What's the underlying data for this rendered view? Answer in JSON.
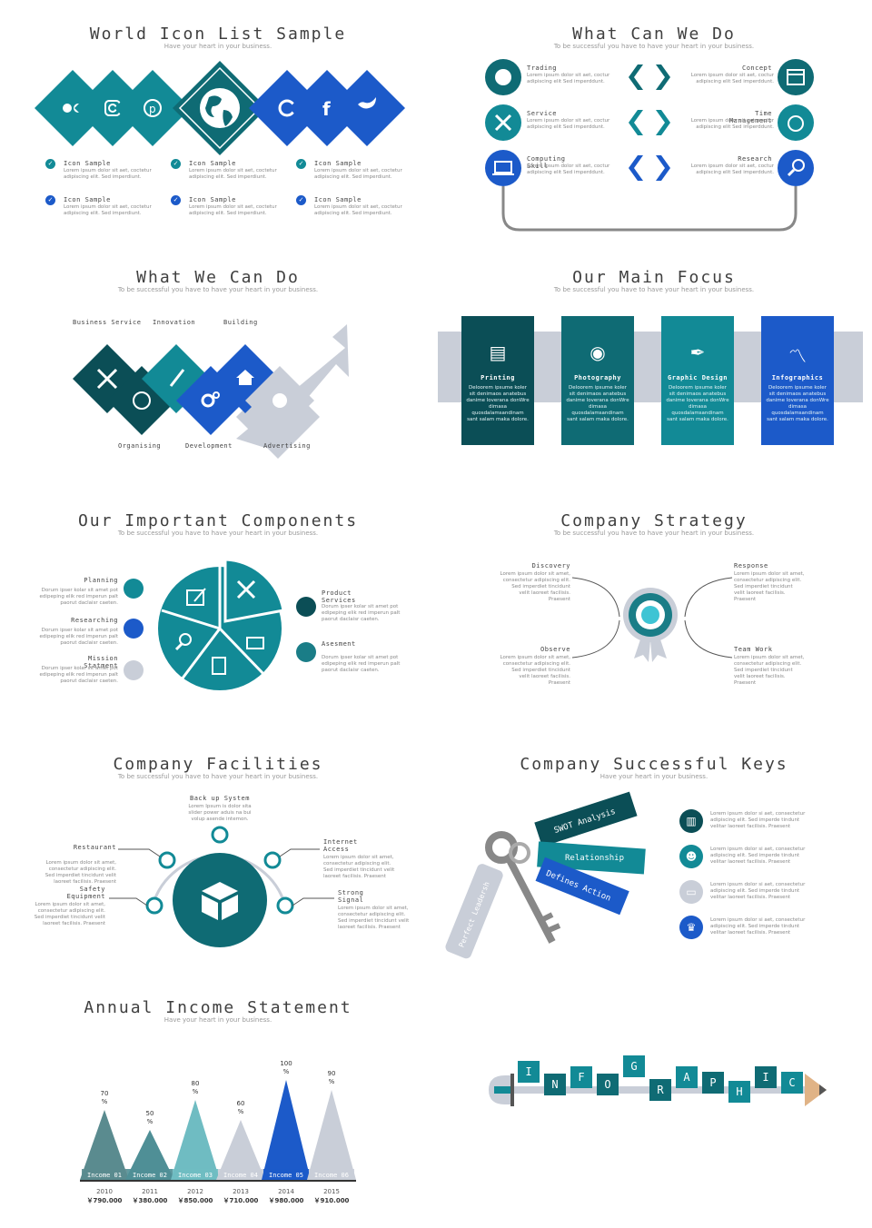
{
  "colors": {
    "teal": "#128a96",
    "dark_teal": "#0b4e56",
    "blue": "#1c5ac9",
    "gray": "#c9ced8",
    "mid_teal": "#1a7d87"
  },
  "slide1": {
    "title": "World Icon List Sample",
    "subtitle": "Have your heart in your business.",
    "items": [
      {
        "label": "Icon Sample",
        "text": "Lorem ipsum dolor sit aet, coctetur adipiscing elit. Sed imperdiunt."
      },
      {
        "label": "Icon Sample",
        "text": "Lorem ipsum dolor sit aet, coctetur adipiscing elit. Sed imperdiunt."
      },
      {
        "label": "Icon Sample",
        "text": "Lorem ipsum dolor sit aet, coctetur adipiscing elit. Sed imperdiunt."
      },
      {
        "label": "Icon Sample",
        "text": "Lorem ipsum dolor sit aet, coctetur adipiscing elit. Sed imperdiunt."
      },
      {
        "label": "Icon Sample",
        "text": "Lorem ipsum dolor sit aet, coctetur adipiscing elit. Sed imperdiunt."
      },
      {
        "label": "Icon Sample",
        "text": "Lorem ipsum dolor sit aet, coctetur adipiscing elit. Sed imperdiunt."
      }
    ]
  },
  "slide2": {
    "title": "What Can We Do",
    "subtitle": "To be successful you have to have your heart in your business.",
    "left": [
      {
        "label": "Trading",
        "text": "Lorem ipsum dolor sit aet, coctur adipiscing elit Sed imperddunt."
      },
      {
        "label": "Service",
        "text": "Lorem ipsum dolor sit aet, coctur adipiscing elit Sed imperddunt."
      },
      {
        "label": "Computing Skill",
        "text": "Lorem ipsum dolor sit aet, coctur adipiscing elit Sed imperddunt."
      }
    ],
    "right": [
      {
        "label": "Concept",
        "text": "Lorem ipsum dolor sit aet, coctur adipiscing elit Sed imperddunt."
      },
      {
        "label": "Time Management",
        "text": "Lorem ipsum dolor sit aet, coctur adipiscing elit Sed imperddunt."
      },
      {
        "label": "Research",
        "text": "Lorem ipsum dolor sit aet, coctur adipiscing elit Sed imperddunt."
      }
    ]
  },
  "slide3": {
    "title": "What We Can Do",
    "subtitle": "To be successful you have to have your heart in your business.",
    "top": [
      "Business Service",
      "Innovation",
      "Building"
    ],
    "bottom": [
      "Organising",
      "Development",
      "Advertising"
    ]
  },
  "slide4": {
    "title": "Our Main Focus",
    "subtitle": "To be successful you have to have your heart in your business.",
    "cards": [
      {
        "label": "Printing",
        "text": "Deloorem ipsume koler sit denimaos anatebus danime loverana donWre dimasa quosdalamsandinam sant salam maka dolore."
      },
      {
        "label": "Photography",
        "text": "Deloorem ipsume koler sit denimaos anatebus danime loverana donWre dimasa quosdalamsandinam sant salam maka dolore."
      },
      {
        "label": "Graphic Design",
        "text": "Deloorem ipsume koler sit denimaos anatebus danime loverana donWre dimasa quosdalamsandinam sant salam maka dolore."
      },
      {
        "label": "Infographics",
        "text": "Deloorem ipsume koler sit denimaos anatebus danime loverana donWre dimasa quosdalamsandinam sant salam maka dolore."
      }
    ]
  },
  "slide5": {
    "title": "Our Important Components",
    "subtitle": "To be successful you have to have your heart in your business.",
    "left": [
      {
        "label": "Planning",
        "text": "Dorum ipser kolar sit amet pot edipeping elik red imperun palt paorut daclaisr caeten."
      },
      {
        "label": "Researching",
        "text": "Dorum ipser kolar sit amet pot edipeping elik red imperun palt paorut daclaisr caeten."
      },
      {
        "label": "Mission Statment",
        "text": "Dorum ipser kolar sit amet pot edipeping elik red imperun palt paorut daclaisr caeten."
      }
    ],
    "right": [
      {
        "label": "Product Services",
        "text": "Dorum ipser kolar sit amet pot edipeping elik red imperun palt paorut daclaisr caeten."
      },
      {
        "label": "Asesment",
        "text": "Dorum ipser kolar sit amet pot edipeping elik red imperun palt paorut daclaisr caeten."
      }
    ]
  },
  "slide6": {
    "title": "Company Strategy",
    "subtitle": "To be successful you have to have your heart in your business.",
    "items": [
      {
        "label": "Discovery",
        "text": "Lorem ipsum dolor sit amet, consectetur adipiscing elit. Sed imperdiet tincidunt velit laoreet facilisis. Praesent"
      },
      {
        "label": "Response",
        "text": "Lorem ipsum dolor sit amet, consectetur adipiscing elit. Sed imperdiet tincidunt velit laoreet facilisis. Praesent"
      },
      {
        "label": "Observe",
        "text": "Lorem ipsum dolor sit amet, consectetur adipiscing elit. Sed imperdiet tincidunt velit laoreet facilisis. Praesent"
      },
      {
        "label": "Team Work",
        "text": "Lorem ipsum dolor sit amet, consectetur adipiscing elit. Sed imperdiet tincidunt velit laoreet facilisis. Praesent"
      }
    ]
  },
  "slide7": {
    "title": "Company Facilities",
    "subtitle": "To be successful you have to have your heart in your business.",
    "top": {
      "label": "Back up System",
      "text": "Lorem Ipsum is dolor sita slider power aduis na bui volup asende intemon."
    },
    "items": [
      {
        "label": "Restaurant",
        "text": "Lorem ipsum dolor sit amet, consectetur adipiscing elit. Sed imperdiet tincidunt velit laoreet facilisis. Praesent"
      },
      {
        "label": "Internet Access",
        "text": "Lorem ipsum dolor sit amet, consectetur adipiscing elit. Sed imperdiet tincidunt velit laoreet facilisis. Praesent"
      },
      {
        "label": "Safety Equipment",
        "text": "Lorem ipsum dolor sit amet, consectetur adipiscing elit. Sed imperdiet tincidunt velit laoreet facilisis. Praesent"
      },
      {
        "label": "Strong Signal",
        "text": "Lorem ipsum dolor sit amet, consectetur adipiscing elit. Sed imperdiet tincidunt velit laoreet facilisis. Praesent"
      }
    ]
  },
  "slide8": {
    "title": "Company Successful Keys",
    "subtitle": "Have your heart in your business.",
    "tags": [
      "SWOT Analysis",
      "Relationship",
      "Defines Action",
      "Perfect Leadersh"
    ],
    "items": [
      "Lorem ipsum dolor si aet, consectetur adipiscing elit. Sed imperde tindunt velitar laoreet facilisis. Praesent",
      "Lorem ipsum dolor si aet, consectetur adipiscing elit. Sed imperde tindunt velitar laoreet facilisis. Praesent",
      "Lorem ipsum dolor si aet, consectetur adipiscing elit. Sed imperde tindunt velitar laoreet facilisis. Praesent",
      "Lorem ipsum dolor si aet, consectetur adipiscing elit. Sed imperde tindunt velitar laoreet facilisis. Praesent"
    ]
  },
  "slide9": {
    "title": "Annual Income Statement",
    "subtitle": "Have your heart in your business."
  },
  "slide10": {
    "letters": [
      "I",
      "N",
      "F",
      "O",
      "G",
      "R",
      "A",
      "P",
      "H",
      "I",
      "C"
    ]
  },
  "chart_data": {
    "type": "bar",
    "categories": [
      "Income 01",
      "Income 02",
      "Income 03",
      "Income 04",
      "Income 05",
      "Income 06"
    ],
    "years": [
      "2010",
      "2011",
      "2012",
      "2013",
      "2014",
      "2015"
    ],
    "amounts": [
      "￥790.000",
      "￥380.000",
      "￥850.000",
      "￥710.000",
      "￥980.000",
      "￥910.000"
    ],
    "value_labels": [
      "70\n%",
      "50\n%",
      "80\n%",
      "60\n%",
      "100\n%",
      "90\n%"
    ],
    "values": [
      70,
      50,
      80,
      60,
      100,
      90
    ],
    "ylim": [
      0,
      100
    ],
    "colors": [
      "#5a8b8f",
      "#4f8f96",
      "#6fbcc2",
      "#c9ced8",
      "#1c5ac9",
      "#c9ced8"
    ]
  }
}
